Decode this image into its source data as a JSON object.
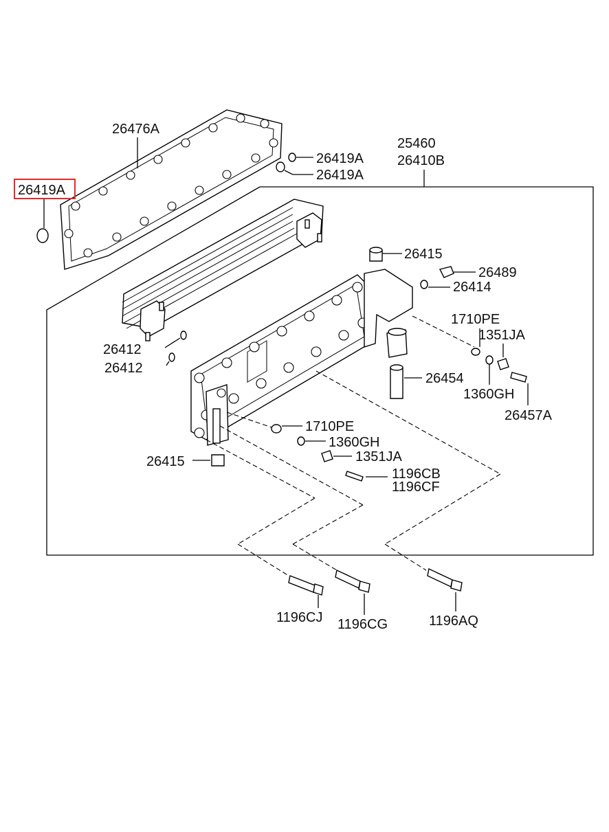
{
  "labels": {
    "p26476A": "26476A",
    "p26419A_upper": "26419A",
    "p26419A_lower": "26419A",
    "p26419A_highlighted": "26419A",
    "p25460": "25460",
    "p26410B": "26410B",
    "p26415_top": "26415",
    "p26489": "26489",
    "p26414": "26414",
    "p1710PE_right": "1710PE",
    "p1351JA_right": "1351JA",
    "p26412_upper": "26412",
    "p26412_lower": "26412",
    "p26454": "26454",
    "p1360GH_right": "1360GH",
    "p26457A": "26457A",
    "p1710PE_mid": "1710PE",
    "p1360GH_mid": "1360GH",
    "p1351JA_mid": "1351JA",
    "p26415_bottom": "26415",
    "p1196CB": "1196CB",
    "p1196CF": "1196CF",
    "p1196CJ": "1196CJ",
    "p1196CG": "1196CG",
    "p1196AQ": "1196AQ"
  },
  "highlight_color": "#e8282b"
}
